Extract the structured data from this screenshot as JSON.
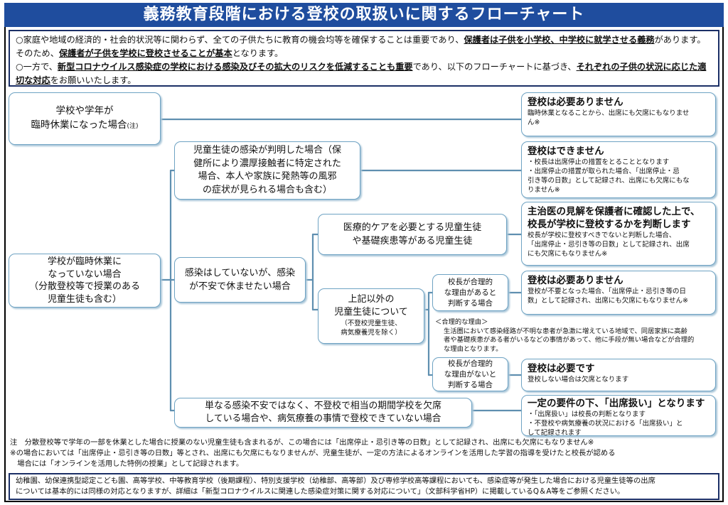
{
  "title": "義務教育段階における登校の取扱いに関するフローチャート",
  "intro": [
    {
      "bullet": "○",
      "parts": [
        {
          "t": "家庭や地域の経済的・社会的状況等に関わらず、全ての子供たちに教育の機会均等を確保することは重要であり、",
          "b": false
        },
        {
          "t": "保護者は子供を小学校、中学校に就学させる義務",
          "b": true
        },
        {
          "t": "があります。そのため、",
          "b": false
        },
        {
          "t": "保護者が子供を学校に登校させることが基本",
          "b": true
        },
        {
          "t": "となります。",
          "b": false
        }
      ]
    },
    {
      "bullet": "○",
      "parts": [
        {
          "t": "一方で、",
          "b": false
        },
        {
          "t": "新型コロナウイルス感染症の学校における感染及びその拡大のリスクを低減することも重要",
          "b": true
        },
        {
          "t": "であり、以下のフローチャートに基づき、",
          "b": false
        },
        {
          "t": "それぞれの子供の状況に応じた適切な対応",
          "b": true
        },
        {
          "t": "をお願いいたします。",
          "b": false
        }
      ]
    }
  ],
  "nodes": {
    "closure": [
      "学校や学年が",
      "臨時休業になった場合"
    ],
    "closure_note": "(注)",
    "open": [
      "学校が臨時休業に",
      "なっていない場合",
      "（分散登校等で授業のある",
      "児童生徒も含む）"
    ],
    "infected": [
      "児童生徒の感染が判明した場合（保",
      "健所により濃厚接触者に特定された",
      "場合、本人や家族に発熱等の風邪",
      "の症状が見られる場合も含む）"
    ],
    "anxious": [
      "感染はしていないが、感染",
      "が不安で休ませたい場合"
    ],
    "medical": [
      "医療的ケアを必要とする児童生徒",
      "や基礎疾患等がある児童生徒"
    ],
    "others": [
      "上記以外の",
      "児童生徒について"
    ],
    "others_sub": [
      "（不登校児童生徒、",
      "病気療養児を除く）"
    ],
    "reason_yes": [
      "校長が合理的",
      "な理由があると",
      "判断する場合"
    ],
    "reason_no": [
      "校長が合理的",
      "な理由がないと",
      "判断する場合"
    ],
    "truancy": [
      "単なる感染不安ではなく、不登校で相当の期間学校を欠席",
      "している場合や、病気療養の事情で登校できていない場合"
    ]
  },
  "reason_note": {
    "heading": "＜合理的な理由＞",
    "lines": [
      "生活圏において感染経路が不明な患者が急激に増えている地域で、同居家族に高齢",
      "者や基礎疾患がある者がいるなどの事情があって、他に手段が無い場合などが合理的",
      "な理由となります。"
    ]
  },
  "results": {
    "r1": {
      "head": "登校は必要ありません",
      "lines": [
        "臨時休業となることから、出席にも欠席にもなりませ",
        "ん※"
      ]
    },
    "r2": {
      "head": "登校はできません",
      "lines": [
        "・校長は出席停止の措置をとることとなります",
        "・出席停止の措置が取られた場合、「出席停止・忌",
        "引き等の日数」として記録され、出席にも欠席にもな",
        "りません※"
      ]
    },
    "r3": {
      "head": "主治医の見解を保護者に確認した上で、",
      "head2": "校長が学校に登校するかを判断します",
      "lines": [
        "校長が学校に登校すべきでないと判断した場合、",
        "「出席停止・忌引き等の日数」として記録され、出席",
        "にも欠席にもなりません※"
      ]
    },
    "r4": {
      "head": "登校は必要ありません",
      "lines": [
        "登校が不要となった場合、「出席停止・忌引き等の日",
        "数」として記録され、出席にも欠席にもなりません※"
      ]
    },
    "r5": {
      "head": "登校は必要です",
      "lines": [
        "登校しない場合は欠席となります"
      ]
    },
    "r6": {
      "head": "一定の要件の下、「出席扱い」となります",
      "lines": [
        "・「出席扱い」は校長の判断となります",
        "・不登校や病気療養の状況における「出席扱い」と",
        "して記録されます"
      ]
    }
  },
  "footnotes": [
    "注　分散登校等で学年の一部を休業とした場合に授業のない児童生徒も含まれるが、この場合には「出席停止・忌引き等の日数」として記録され、出席にも欠席にもなりません※",
    "※の場合においては「出席停止・忌引き等の日数」等とされ、出席にも欠席にもなりませんが、児童生徒が、一定の方法によるオンラインを活用した学習の指導を受けたと校長が認める",
    "　場合には「オンラインを活用した特例の授業」として記録されます。"
  ],
  "bottom": [
    "幼稚園、幼保連携型認定こども園、高等学校、中等教育学校（後期課程）、特別支援学校（幼稚部、高等部）及び専修学校高等課程においても、感染症等が発生した場合における児童生徒等の出席",
    "については基本的には同様の対応となりますが、詳細は「新型コロナウイルスに関連した感染症対策に関する対応について」（文部科学省HP）に掲載しているQ＆A等をご参照ください。"
  ],
  "colors": {
    "title_bg": "#1f4d9e",
    "connector": "#5f8fb0",
    "box_border": "#6fa3c3",
    "frame": "#1b2f66"
  }
}
